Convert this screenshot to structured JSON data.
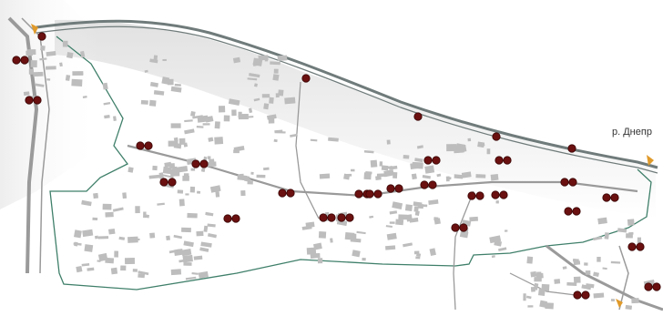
{
  "map": {
    "river_label": "р. Днепр",
    "colors": {
      "river": "#6f7b7a",
      "boundary": "#3f7f6a",
      "building": "#bdbdbd",
      "road": "#9a9a9a",
      "marker": "#6b1010",
      "marker_stroke": "#3a0505",
      "accent": "#e09a2a",
      "background": "#ffffff"
    },
    "markers": {
      "single_count": 5,
      "pair_count": 24,
      "shape": "dark-red-dot"
    }
  }
}
